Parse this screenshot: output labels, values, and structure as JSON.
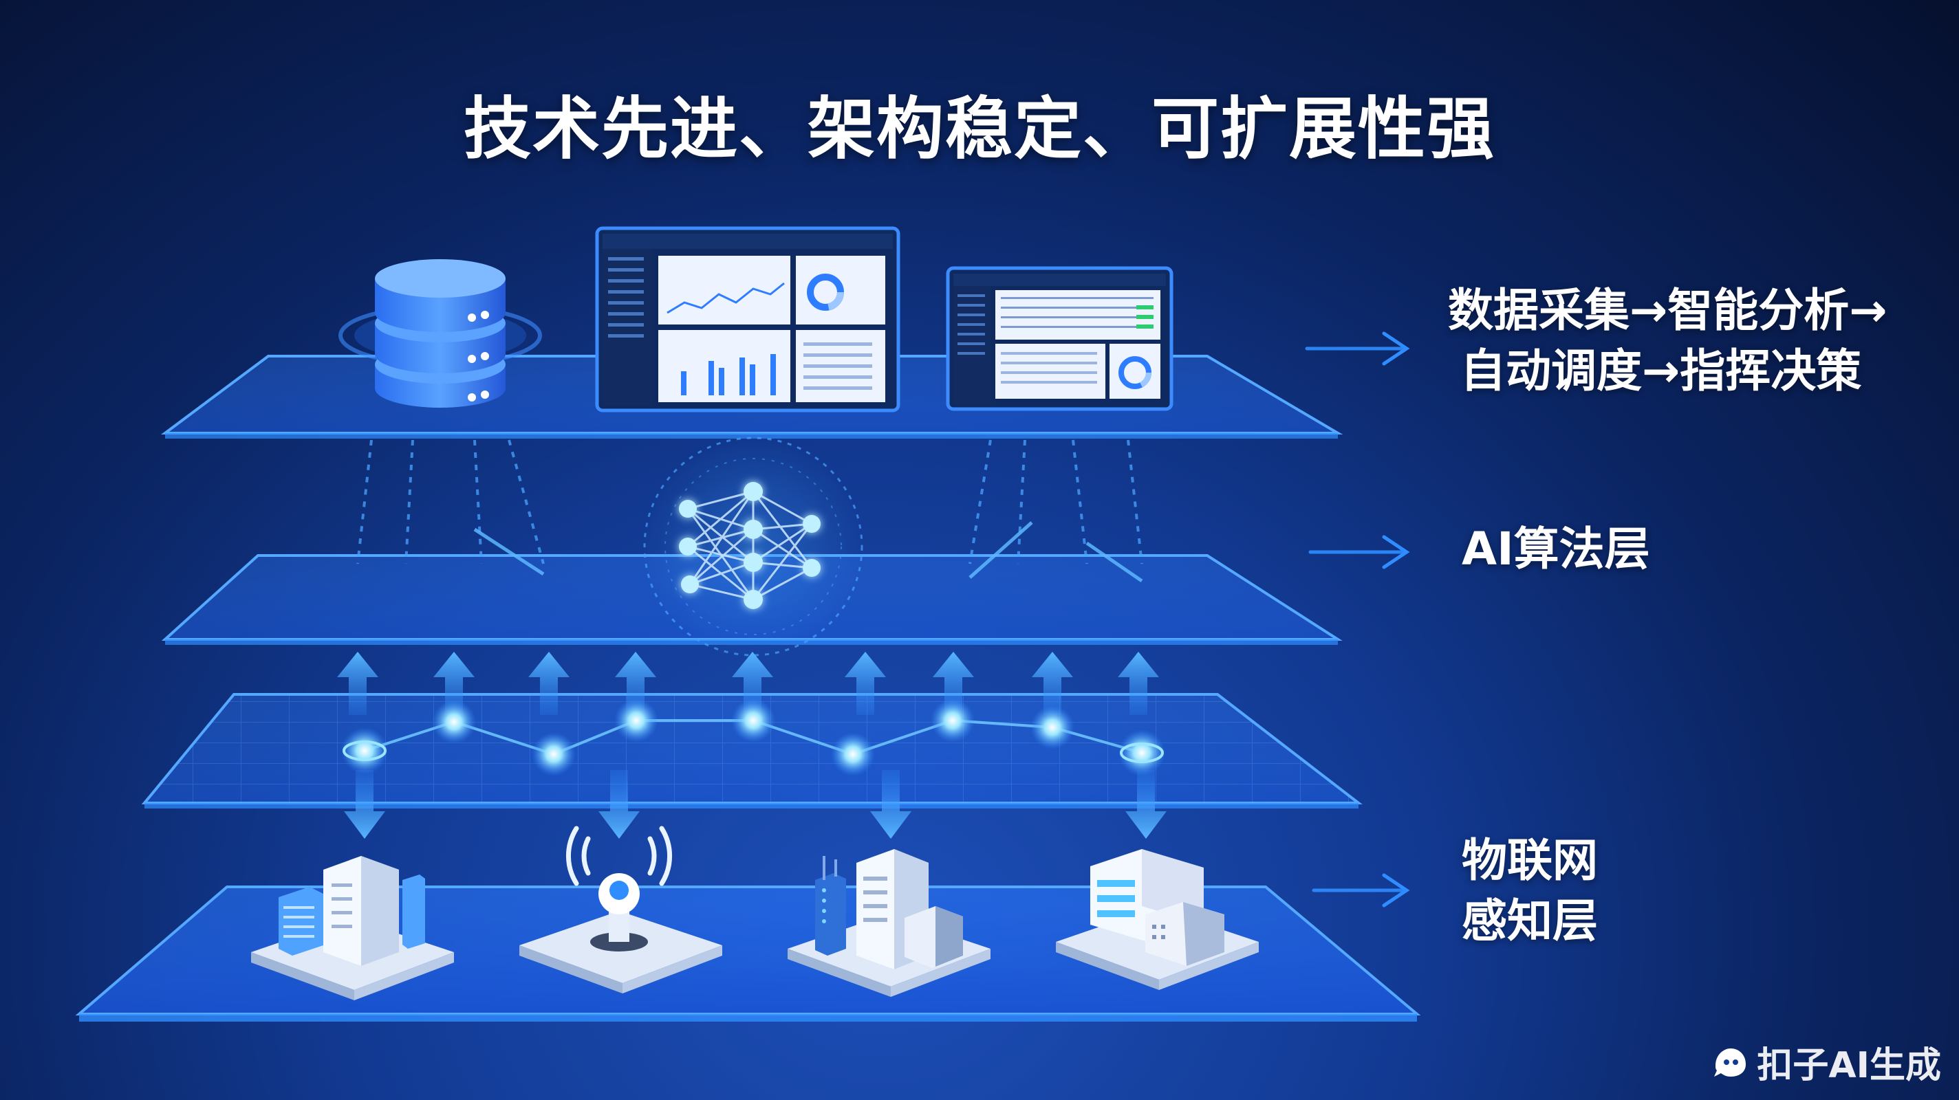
{
  "title": "技术先进、架构稳定、可扩展性强",
  "layers": {
    "application": {
      "line1": "数据采集→智能分析→",
      "line2": "自动调度→指挥决策"
    },
    "ai": {
      "label": "AI算法层"
    },
    "iot": {
      "line1": "物联网",
      "line2": "感知层"
    }
  },
  "watermark": "扣子AI生成",
  "colors": {
    "accent": "#2f8dff",
    "glow": "#7fd6ff",
    "panel": "#1a5ad6"
  },
  "icons": {
    "app_layer": [
      "database-icon",
      "dashboard-screen-icon",
      "dashboard-screen-icon"
    ],
    "ai_layer": [
      "neural-network-icon"
    ],
    "iot_layer": [
      "building-icon",
      "wireless-sensor-icon",
      "server-rack-icon",
      "storage-server-icon"
    ]
  }
}
